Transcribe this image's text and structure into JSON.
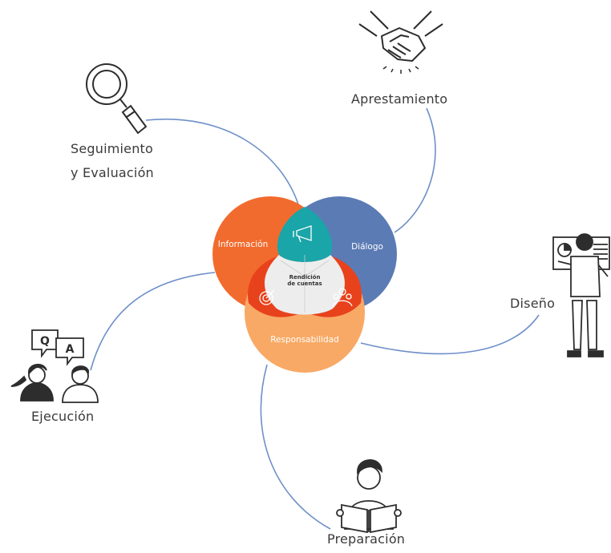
{
  "diagram": {
    "center_label_line1": "Rendición",
    "center_label_line2": "de cuentas",
    "circles": {
      "informacion": "Información",
      "dialogo": "Diálogo",
      "responsabilidad": "Responsabilidad"
    },
    "stages": {
      "apresamiento": "Aprestamiento",
      "seguimiento_line1": "Seguimiento",
      "seguimiento_line2": "y Evaluación",
      "diseno": "Diseño",
      "ejecucion": "Ejecución",
      "preparacion": "Preparación"
    },
    "bubble_q": "Q",
    "bubble_a": "A"
  },
  "colors": {
    "informacion": "#F26B2E",
    "dialogo": "#5B7BB5",
    "responsabilidad": "#F8A965",
    "teal": "#1AA5A8",
    "red": "#E8421C",
    "center": "#EDEDED",
    "connector": "#6E8FC8"
  }
}
